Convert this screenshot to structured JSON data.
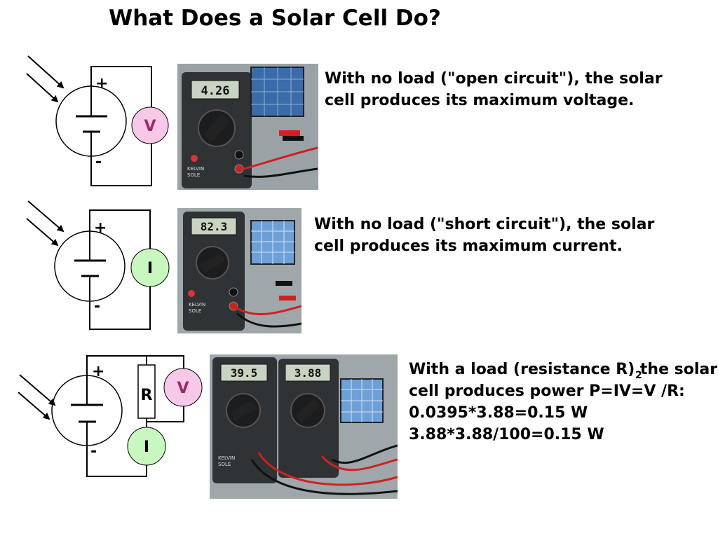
{
  "slide": {
    "title": "What Does a Solar Cell Do?"
  },
  "circuits": [
    {
      "plus": "+",
      "minus": "-",
      "meter": "V",
      "meter_color": "#f8c8e8"
    },
    {
      "plus": "+",
      "minus": "-",
      "meter": "I",
      "meter_color": "#c8f8c0"
    },
    {
      "plus": "+",
      "minus": "-",
      "resistor": "R",
      "meter_v": "V",
      "meter_v_color": "#f8c8e8",
      "meter_i": "I",
      "meter_i_color": "#c8f8c0"
    }
  ],
  "photos": [
    {
      "readings": [
        "4.26"
      ]
    },
    {
      "readings": [
        "82.3"
      ]
    },
    {
      "readings": [
        "39.5",
        "3.88"
      ]
    }
  ],
  "meter_brand": "KELVIN",
  "meter_brand2": "SOLE",
  "captions": [
    {
      "lines": [
        "With no load (\"open circuit\"), the solar",
        "cell produces its maximum voltage."
      ]
    },
    {
      "lines": [
        "With no load (\"short circuit\"), the solar",
        "cell produces its maximum current."
      ]
    },
    {
      "lines": [
        "With a load (resistance R) the solar",
        "cell produces power P=IV=V /R:",
        "0.0395*3.88=0.15 W",
        "3.88*3.88/100=0.15 W"
      ],
      "superscript": "2"
    }
  ]
}
